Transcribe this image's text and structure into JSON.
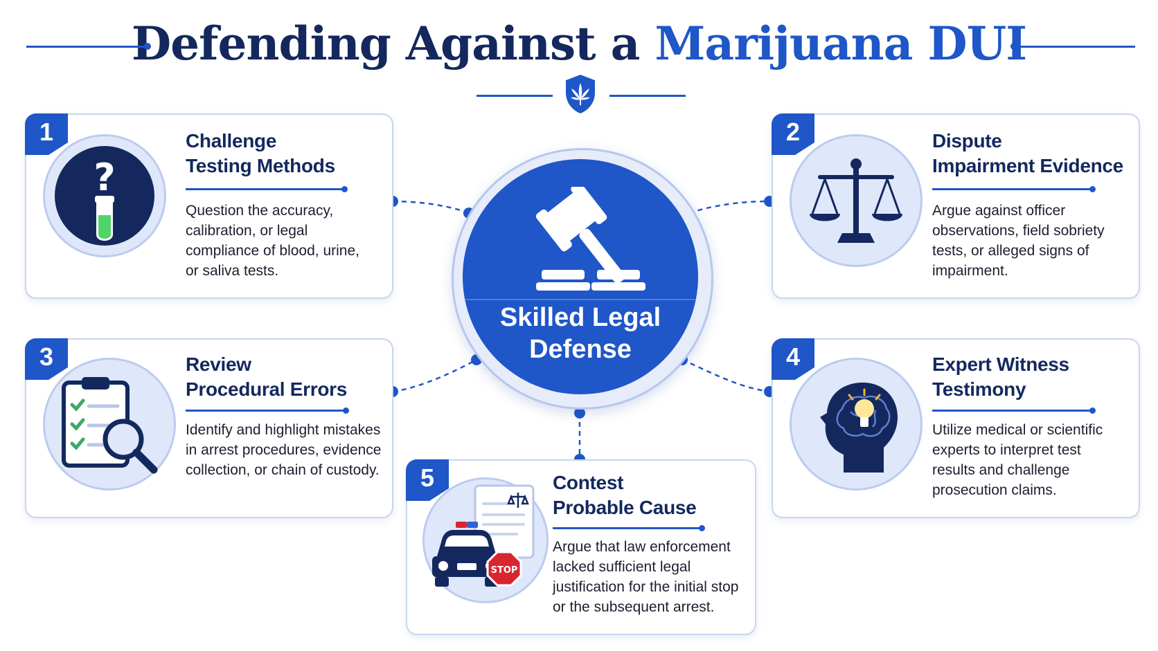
{
  "header": {
    "title_main": "Defending Against a ",
    "title_accent": "Marijuana DUI"
  },
  "hub": {
    "line1": "Skilled Legal",
    "line2": "Defense",
    "icon": "gavel-icon"
  },
  "cards": [
    {
      "number": "1",
      "title_line1": "Challenge",
      "title_line2": "Testing Methods",
      "description": "Question the accuracy, calibration, or legal compliance of blood, urine, or saliva tests.",
      "icon": "test-tube-question-icon"
    },
    {
      "number": "2",
      "title_line1": "Dispute",
      "title_line2": "Impairment Evidence",
      "description": "Argue against officer observations, field sobriety tests, or alleged signs of impairment.",
      "icon": "scales-of-justice-icon"
    },
    {
      "number": "3",
      "title_line1": "Review",
      "title_line2": "Procedural Errors",
      "description": "Identify and highlight mistakes in arrest procedures, evidence collection, or chain of custody.",
      "icon": "clipboard-magnifier-icon"
    },
    {
      "number": "4",
      "title_line1": "Expert Witness",
      "title_line2": "Testimony",
      "description": "Utilize medical or scientific experts to interpret test results and challenge prosecution claims.",
      "icon": "head-lightbulb-icon"
    },
    {
      "number": "5",
      "title_line1": "Contest",
      "title_line2": "Probable Cause",
      "description": "Argue that law enforcement lacked sufficient legal justification for the initial stop or the subsequent arrest.",
      "icon": "police-car-stop-icon",
      "stop_sign_text": "STOP"
    }
  ],
  "colors": {
    "navy": "#14285e",
    "accent_blue": "#1f56c8",
    "light_blue": "#dfe7fa",
    "test_green": "#4fd36a",
    "stop_red": "#d8262f"
  }
}
